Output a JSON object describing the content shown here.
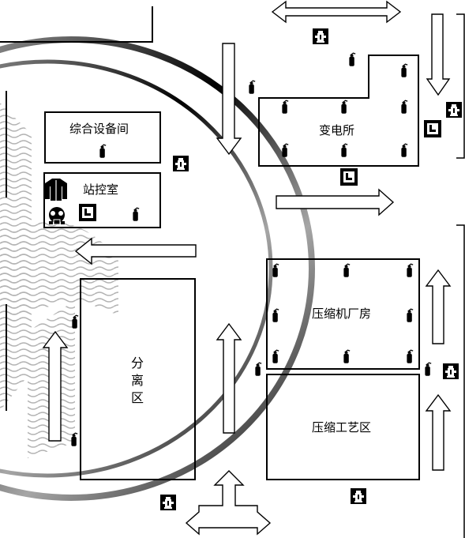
{
  "rooms": {
    "equipment_room": "综合设备间",
    "control_room": "站控室",
    "substation": "变电所",
    "separation_zone": [
      "分",
      "离",
      "区"
    ],
    "compressor_building": "压缩机厂房",
    "compressor_process": "压缩工艺区"
  },
  "colors": {
    "line": "#000000",
    "background": "#ffffff",
    "watermark": "#b8b8b8"
  },
  "icons": {
    "extinguisher": "fire-extinguisher-icon",
    "hydrant": "fire-hydrant-icon",
    "alarm": "manual-alarm-icon",
    "suit": "protective-suit-icon",
    "mask": "gas-mask-icon",
    "arrow": "evacuation-arrow-icon"
  }
}
